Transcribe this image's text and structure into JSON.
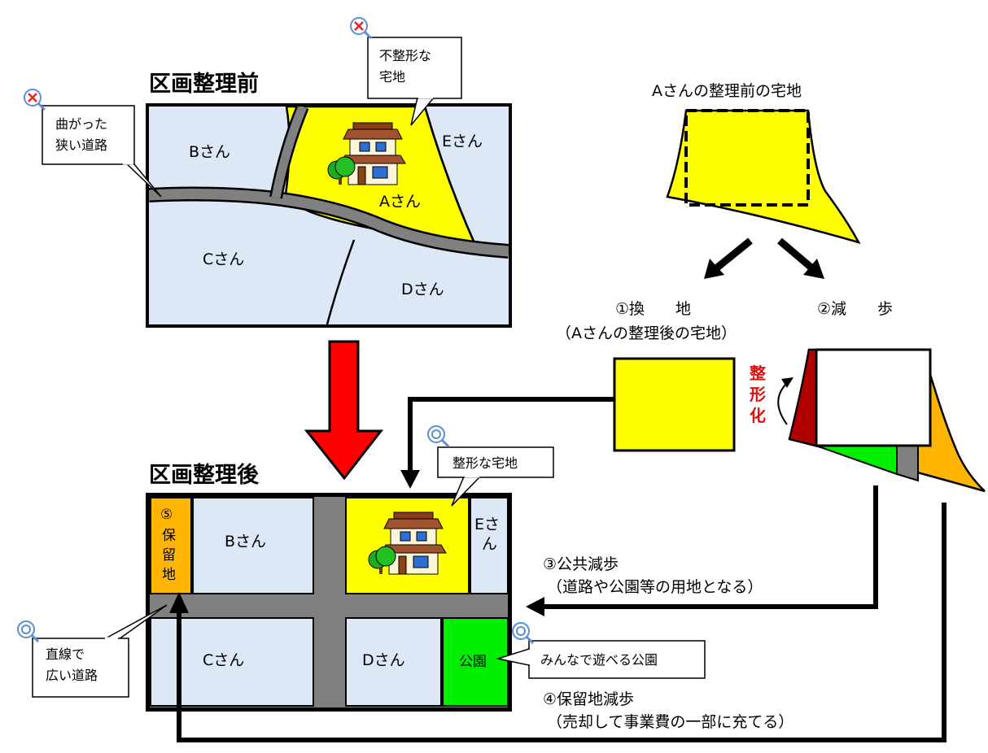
{
  "before": {
    "title": "区画整理前",
    "lots": {
      "b": "Bさん",
      "c": "Cさん",
      "d": "Dさん",
      "e": "Eさん",
      "a": "Aさん"
    },
    "callout_road": [
      "曲がった",
      "狭い道路"
    ],
    "callout_lot": [
      "不整形な",
      "宅地"
    ]
  },
  "after": {
    "title": "区画整理後",
    "reserve": [
      "⑤",
      "保",
      "留",
      "地"
    ],
    "lots": {
      "b": "Bさん",
      "c": "Cさん",
      "d": "Dさん",
      "e1": "Eさ",
      "e2": "ん"
    },
    "park": "公園",
    "callout_lot": "整形な宅地",
    "callout_road": [
      "直線で",
      "広い道路"
    ],
    "callout_park": "みんなで遊べる公園"
  },
  "right": {
    "title": "Aさんの整理前の宅地",
    "kanchi": "①換　　地",
    "kanchi_sub": "（Aさんの整理後の宅地）",
    "genbu": "②減　　歩",
    "seikei": [
      "整",
      "形",
      "化"
    ]
  },
  "notes": {
    "public_title": "③公共減歩",
    "public_sub": "（道路や公園等の用地となる）",
    "reserve_title": "④保留地減歩",
    "reserve_sub": "（売却して事業費の一部に充てる）"
  },
  "colors": {
    "lot_blue": "#dce8f6",
    "yellow": "#ffff00",
    "road_gray": "#808080",
    "park_green": "#00ee00",
    "reserve_orange": "#ffb400",
    "arrow_red": "#ff0000",
    "dark_red": "#b00000"
  }
}
